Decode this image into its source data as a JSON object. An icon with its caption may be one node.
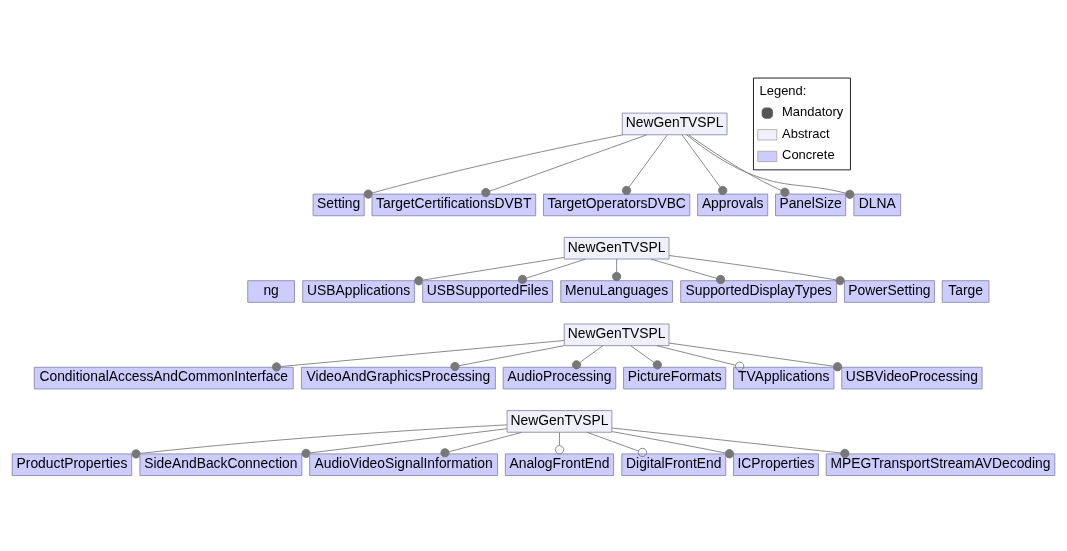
{
  "diagram": {
    "nodes": [
      {
        "text": [
          "NewGenTVSPL"
        ]
      },
      {
        "text": [
          "Setting"
        ]
      },
      {
        "text": [
          "TargetCertificationsDVBT"
        ]
      },
      {
        "text": [
          "TargetOperatorsDVBC"
        ]
      },
      {
        "text": [
          "Approvals"
        ]
      },
      {
        "text": [
          "PanelSize"
        ]
      },
      {
        "text": [
          "DLNA"
        ]
      },
      {
        "text": [
          "NewGenTVSPL"
        ]
      },
      {
        "text": [
          "ng"
        ]
      },
      {
        "text": [
          "USBApplications"
        ]
      },
      {
        "text": [
          "USBSupportedFiles"
        ]
      },
      {
        "text": [
          "MenuLanguages"
        ]
      },
      {
        "text": [
          "SupportedDisplayTypes"
        ]
      },
      {
        "text": [
          "PowerSetting"
        ]
      },
      {
        "text": [
          "Targe"
        ]
      },
      {
        "text": [
          "NewGenTVSPL"
        ]
      },
      {
        "text": [
          "ConditionalAccessAndCommonInterface"
        ]
      },
      {
        "text": [
          "VideoAndGraphicsProcessing"
        ]
      },
      {
        "text": [
          "AudioProcessing"
        ]
      },
      {
        "text": [
          "PictureFormats"
        ]
      },
      {
        "text": [
          "TVApplications"
        ]
      },
      {
        "text": [
          "USBVideoProcessing"
        ]
      },
      {
        "text": [
          "NewGenTVSPL"
        ]
      },
      {
        "text": [
          "ProductProperties"
        ]
      },
      {
        "text": [
          "SideAndBackConnection"
        ]
      },
      {
        "text": [
          "AudioVideoSignalInformation"
        ]
      },
      {
        "text": [
          "AnalogFrontEnd"
        ]
      },
      {
        "text": [
          "DigitalFrontEnd"
        ]
      },
      {
        "text": [
          "ICProperties"
        ]
      },
      {
        "text": [
          "MPEGTransportStreamAVDecoding"
        ]
      }
    ],
    "edges": [
      {
        "from": 0,
        "to": 1,
        "arrow": "other"
      },
      {
        "from": 0,
        "to": 2,
        "arrow": "other"
      },
      {
        "from": 0,
        "to": 3,
        "arrow": "other"
      },
      {
        "from": 0,
        "to": 4,
        "arrow": "other"
      },
      {
        "from": 0,
        "to": 5,
        "arrow": "other"
      },
      {
        "from": 0,
        "to": 6,
        "arrow": "other"
      },
      {
        "from": 7,
        "to": 9,
        "arrow": "other"
      },
      {
        "from": 7,
        "to": 10,
        "arrow": "other"
      },
      {
        "from": 7,
        "to": 11,
        "arrow": "other"
      },
      {
        "from": 7,
        "to": 12,
        "arrow": "other"
      },
      {
        "from": 7,
        "to": 13,
        "arrow": "other"
      },
      {
        "from": 15,
        "to": 16,
        "arrow": "other"
      },
      {
        "from": 15,
        "to": 17,
        "arrow": "other"
      },
      {
        "from": 15,
        "to": 18,
        "arrow": "other"
      },
      {
        "from": 15,
        "to": 19,
        "arrow": "other"
      },
      {
        "from": 15,
        "to": 20,
        "arrow": "other"
      },
      {
        "from": 15,
        "to": 21,
        "arrow": "other"
      },
      {
        "from": 22,
        "to": 23,
        "arrow": "other"
      },
      {
        "from": 22,
        "to": 24,
        "arrow": "other"
      },
      {
        "from": 22,
        "to": 25,
        "arrow": "other"
      },
      {
        "from": 22,
        "to": 26,
        "arrow": "other"
      },
      {
        "from": 22,
        "to": 27,
        "arrow": "other"
      },
      {
        "from": 22,
        "to": 28,
        "arrow": "other"
      },
      {
        "from": 22,
        "to": 29,
        "arrow": "other"
      }
    ],
    "labels": [
      "Legend:"
    ],
    "legend": [
      {
        "text": "Mandatory"
      },
      {
        "text": "Abstract",
        "color": "#f0f0fa"
      },
      {
        "text": "Concrete",
        "color": "#ccccff"
      }
    ]
  }
}
